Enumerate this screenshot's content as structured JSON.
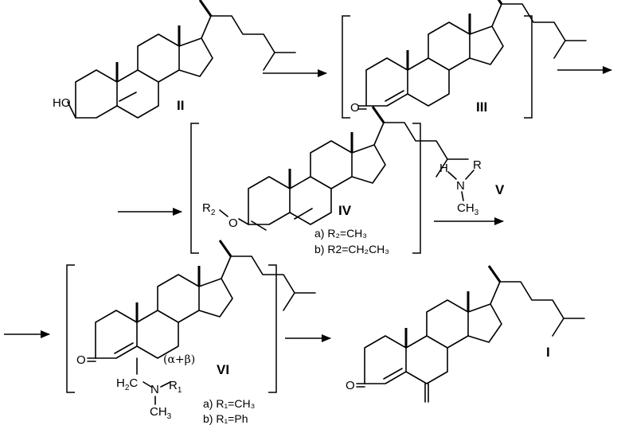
{
  "compounds": {
    "II": {
      "label": "II",
      "substituent": "HO"
    },
    "III": {
      "label": "III",
      "ketone": "O"
    },
    "IV": {
      "label": "IV",
      "ether_group": "R",
      "ether_group_sub": "2",
      "ether_oxygen": "O",
      "variant_a": {
        "prefix": "a)",
        "text": "R₂=CH₃"
      },
      "variant_b": {
        "prefix": "b)",
        "text": "R2=CH₂CH₃"
      }
    },
    "V": {
      "label": "V",
      "h": "H",
      "n": "N",
      "r": "R",
      "ch3": "CH",
      "ch3_sub": "3"
    },
    "VI": {
      "label": "VI",
      "ketone": "O",
      "stereo": "(α+β)",
      "h2c": "H",
      "h2c_sub": "2",
      "h2c_c": "C",
      "n": "N",
      "r1": "R",
      "r1_sub": "1",
      "ch3": "CH",
      "ch3_sub": "3",
      "variant_a": {
        "prefix": "a)",
        "text": "R₁=CH₃"
      },
      "variant_b": {
        "prefix": "b)",
        "text": "R₁=Ph"
      }
    },
    "I": {
      "label": "I",
      "ketone": "O"
    }
  }
}
